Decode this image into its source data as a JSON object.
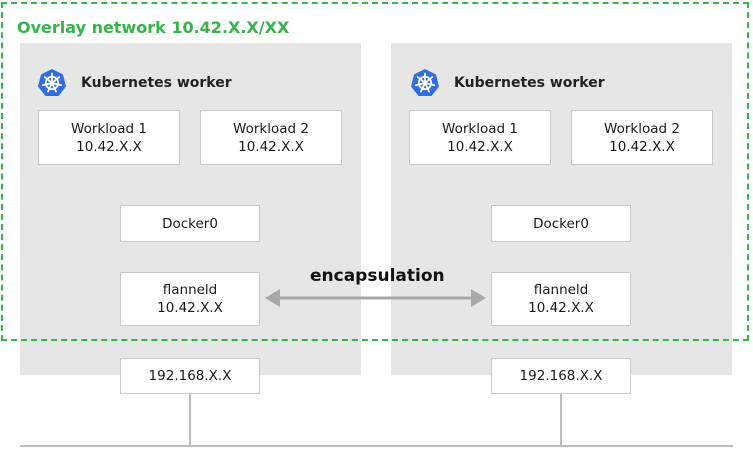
{
  "overlay": {
    "title": "Overlay network 10.42.X.X/XX"
  },
  "colors": {
    "overlay_border": "#35b54a",
    "worker_bg": "#e6e6e6",
    "k8s_blue": "#326ce5",
    "line": "#bdbdbd",
    "arrow": "#a8a8a8"
  },
  "workers": [
    {
      "label": "Kubernetes worker",
      "icon": "kubernetes-icon",
      "workload1": {
        "name": "Workload 1",
        "ip": "10.42.X.X"
      },
      "workload2": {
        "name": "Workload 2",
        "ip": "10.42.X.X"
      },
      "docker": "Docker0",
      "flannel": {
        "name": "flanneld",
        "ip": "10.42.X.X"
      },
      "host_ip": "192.168.X.X"
    },
    {
      "label": "Kubernetes worker",
      "icon": "kubernetes-icon",
      "workload1": {
        "name": "Workload 1",
        "ip": "10.42.X.X"
      },
      "workload2": {
        "name": "Workload 2",
        "ip": "10.42.X.X"
      },
      "docker": "Docker0",
      "flannel": {
        "name": "flanneld",
        "ip": "10.42.X.X"
      },
      "host_ip": "192.168.X.X"
    }
  ],
  "encapsulation": {
    "label": "encapsulation"
  }
}
